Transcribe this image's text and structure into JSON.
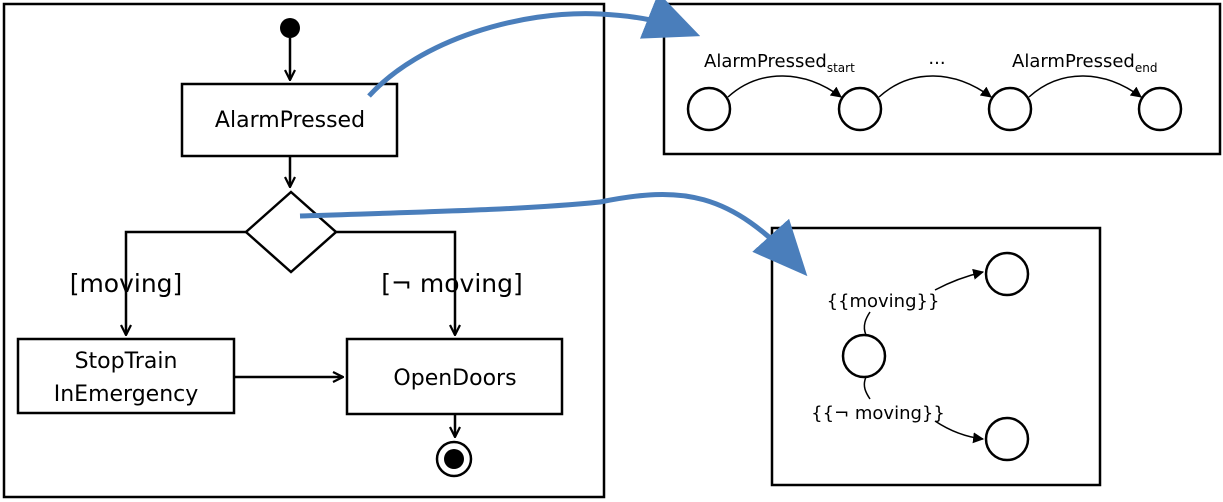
{
  "activity": {
    "actions": {
      "alarm_pressed": "AlarmPressed",
      "stop_train_line1": "StopTrain",
      "stop_train_line2": "InEmergency",
      "open_doors": "OpenDoors"
    },
    "guards": {
      "moving": "[moving]",
      "not_moving": "[¬ moving]"
    }
  },
  "automaton_top": {
    "label_start_main": "AlarmPressed",
    "label_start_sub": "start",
    "ellipsis": "...",
    "label_end_main": "AlarmPressed",
    "label_end_sub": "end"
  },
  "automaton_bottom": {
    "label_moving": "{{moving}}",
    "label_not_moving": "{{¬ moving}}"
  },
  "colors": {
    "mapping_arrow": "#4a7ebb",
    "stroke": "#000000"
  }
}
